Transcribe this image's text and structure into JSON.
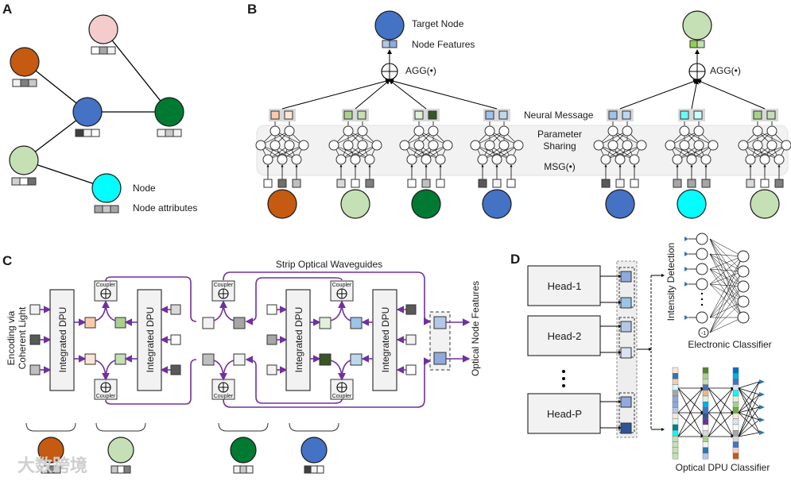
{
  "colors": {
    "orange": "#c55a11",
    "pink": "#f4cccc",
    "blue": "#4472c4",
    "green": "#007a33",
    "light_green": "#c5e0b4",
    "cyan": "#00ffff",
    "waveguide": "#7030a0",
    "box_fill": "#f2f2f2"
  },
  "panel_a": {
    "label": "A",
    "nodes": [
      {
        "id": "pink",
        "color": "#f4cccc",
        "attrs": [
          "#ffffff",
          "#a6a6a6",
          "#f2f2f2"
        ]
      },
      {
        "id": "orange",
        "color": "#c55a11",
        "attrs": [
          "#f2f2f2",
          "#808080",
          "#c8c8c8"
        ]
      },
      {
        "id": "blue",
        "color": "#4472c4",
        "attrs": [
          "#404040",
          "#f2f2f2",
          "#ffffff"
        ]
      },
      {
        "id": "green",
        "color": "#007a33",
        "attrs": [
          "#f2f2f2",
          "#c8c8c8",
          "#f2f2f2"
        ]
      },
      {
        "id": "light_green",
        "color": "#c5e0b4",
        "attrs": [
          "#d0d0d0",
          "#ffffff",
          "#707070"
        ]
      },
      {
        "id": "cyan",
        "color": "#00ffff",
        "attrs": [
          "#a6a6a6",
          "#c8c8c8",
          "#a6a6a6"
        ]
      }
    ],
    "edges": [
      [
        "pink",
        "green"
      ],
      [
        "orange",
        "blue"
      ],
      [
        "blue",
        "green"
      ],
      [
        "blue",
        "light_green"
      ],
      [
        "light_green",
        "cyan"
      ]
    ],
    "legend": {
      "node": "Node",
      "attributes": "Node attributes"
    }
  },
  "panel_b": {
    "label": "B",
    "target_node": "Target Node",
    "node_features": "Node Features",
    "agg": "AGG(•)",
    "neural_message": "Neural Message",
    "parameter_sharing": "Parameter\nSharing",
    "parameter_sharing_l1": "Parameter",
    "parameter_sharing_l2": "Sharing",
    "msg": "MSG(•)",
    "groups": [
      {
        "targets": [
          {
            "node": "#4472c4",
            "features": [
              "#b4c7e7",
              "#8faadc"
            ]
          },
          {
            "node": "#c5e0b4",
            "features": [
              "#92d050",
              "#c5e0b4"
            ]
          }
        ]
      }
    ],
    "neighbors": [
      {
        "node": "#c55a11",
        "inputs": [
          "#ffffff",
          "#707070",
          "#bfbfbf"
        ],
        "message": [
          "#f8cbad",
          "#fbe5d6"
        ]
      },
      {
        "node": "#c5e0b4",
        "inputs": [
          "#d9d9d9",
          "#ffffff",
          "#808080"
        ],
        "message": [
          "#a9d18e",
          "#c5e0b4"
        ]
      },
      {
        "node": "#007a33",
        "inputs": [
          "#ffffff",
          "#bfbfbf",
          "#ffffff"
        ],
        "message": [
          "#e2f0d9",
          "#385723"
        ]
      },
      {
        "node": "#4472c4",
        "inputs": [
          "#595959",
          "#f2f2f2",
          "#ffffff"
        ],
        "message": [
          "#9dc3e6",
          "#bdd7ee"
        ]
      },
      {
        "node": "#4472c4",
        "inputs": [
          "#595959",
          "#f2f2f2",
          "#ffffff"
        ],
        "message": [
          "#9dc3e6",
          "#bdd7ee"
        ]
      },
      {
        "node": "#00ffff",
        "inputs": [
          "#a6a6a6",
          "#a6a6a6",
          "#a6a6a6"
        ],
        "message": [
          "#66ffff",
          "#ccffff"
        ]
      },
      {
        "node": "#c5e0b4",
        "inputs": [
          "#d9d9d9",
          "#ffffff",
          "#808080"
        ],
        "message": [
          "#a9d18e",
          "#c5e0b4"
        ]
      }
    ]
  },
  "panel_c": {
    "label": "C",
    "encoding_l1": "Encoding via",
    "encoding_l2": "Coherent Light",
    "dpu_label": "Integrated DPU",
    "coupler_label": "Coupler",
    "waveguides_label": "Strip Optical Waveguides",
    "output_label": "Optical Node Features",
    "bottom_nodes": [
      {
        "color": "#c55a11",
        "attrs": [
          "#f2f2f2",
          "#808080",
          "#c8c8c8"
        ]
      },
      {
        "color": "#c5e0b4",
        "attrs": [
          "#c8c8c8",
          "#ffffff",
          "#808080"
        ]
      },
      {
        "color": "#007a33",
        "attrs": [
          "#f2f2f2",
          "#c8c8c8",
          "#f2f2f2"
        ]
      },
      {
        "color": "#4472c4",
        "attrs": [
          "#404040",
          "#f2f2f2",
          "#ffffff"
        ]
      }
    ]
  },
  "panel_d": {
    "label": "D",
    "heads": [
      "Head-1",
      "Head-2",
      "Head-P"
    ],
    "head_outputs": [
      [
        "#8faadc",
        "#9dc3e6"
      ],
      [
        "#b4c7e7",
        "#dae3f3"
      ],
      [
        "#8faadc",
        "#2f5597"
      ]
    ],
    "intensity_detection": "Intensity Detection",
    "electronic_classifier": "Electronic Classifier",
    "bias_label": "-1",
    "optical_classifier": "Optical DPU Classifier",
    "optical_columns": [
      [
        "#fbe5d6",
        "#2e75b6",
        "#f8cbad",
        "#ccffff",
        "#a6a6a6",
        "#8faadc",
        "#8faadc",
        "#b4c7e7",
        "#fbe5d6",
        "#ccffff",
        "#00808080",
        "#00ffff",
        "#c5e0b4",
        "#c5e0b4",
        "#c5e0b4",
        "#c5e0b4"
      ],
      [
        "#548235",
        "#a9d18e",
        "#c5e0b4",
        "#4472c4",
        "#f4b183",
        "#e2f0d9",
        "#00b0f0",
        "#4472c4",
        "#2f5597",
        "#7030a0",
        "#ffffff",
        "#d9d9d9",
        "#a9d18e",
        "#f2f2f2",
        "#2e75b6",
        "#b4c7e7"
      ],
      [
        "#0070c0",
        "#00b0f0",
        "#4472c4",
        "#dae3f3",
        "#00ffff",
        "#e2f0d9",
        "#a9d18e",
        "#70ad47",
        "#fbe5d6",
        "#dae3f3",
        "#ffffff",
        "#a6a6a6",
        "#d9d9d9",
        "#4472c4",
        "#f4cccc",
        "#c55a11"
      ]
    ]
  },
  "watermark": "大数跨境"
}
